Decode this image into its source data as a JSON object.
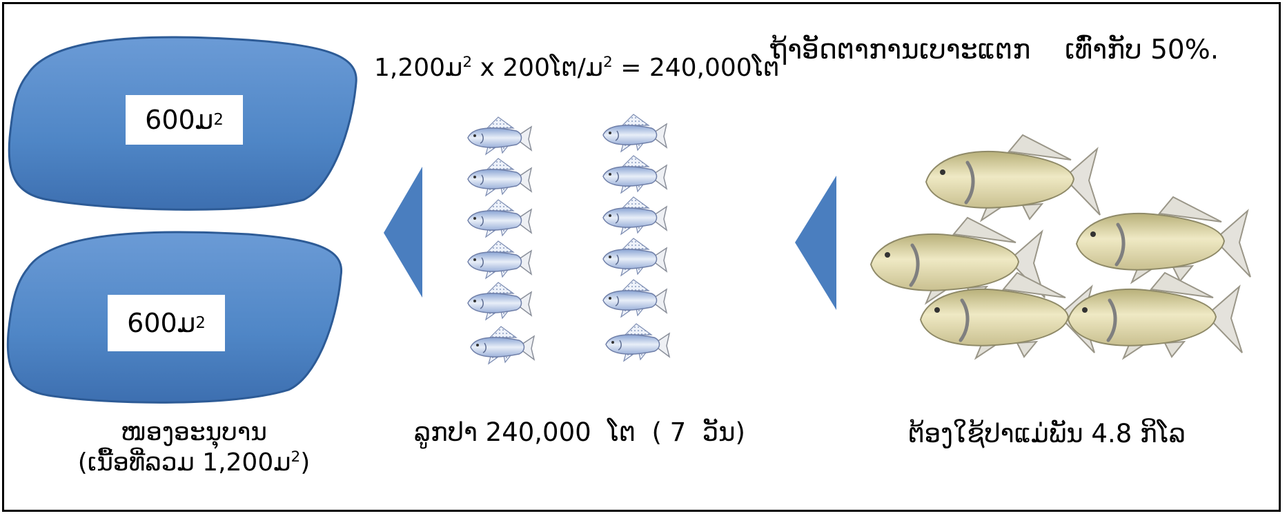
{
  "top_right_note": "ຖ້າອັດຕາການເບາະແຕກ    ເທົ່າກັບ 50%.",
  "equation": {
    "area": "1,200ມ",
    "area_sup": "2",
    "mid": " x  200ໂຕ/ມ",
    "mid_sup": "2",
    "result": "  =  240,000ໂຕ"
  },
  "pond_top": {
    "value": "600ມ",
    "sup": "2"
  },
  "pond_bottom": {
    "value": "600ມ",
    "sup": "2"
  },
  "ponds_caption": {
    "line1": "ໜອງອະນຸບານ",
    "line2_a": "(ເນື້ອທີ່ລວມ  1,200ມ",
    "line2_sup": "2",
    "line2_b": ")"
  },
  "fry_caption": "ລູກປາ 240,000  ໂຕ  ( 7  ວັນ)",
  "broodstock_caption": "ຕ້ອງໃຊ້ປາແມ່ພັນ 4.8 ກິໂລ",
  "colors": {
    "pond_fill": "#4f86c6",
    "arrow": "#4a7ebf",
    "fry_body": "#b8c8e6",
    "adult_body": "#d9d2a4"
  }
}
